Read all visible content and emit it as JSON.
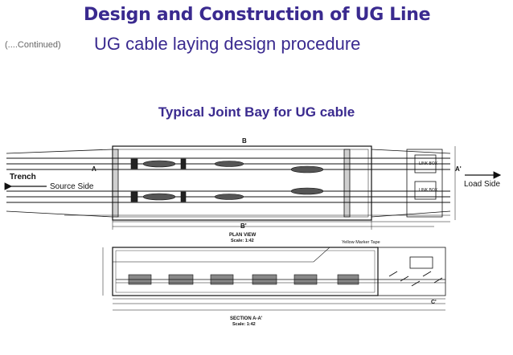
{
  "slide": {
    "title": "Design and Construction of UG Line",
    "continued": "(....Continued)",
    "subtitle": "UG cable laying design procedure",
    "heading": "Typical Joint Bay for UG cable"
  },
  "plan": {
    "trench": "Trench",
    "source_side": "Source Side",
    "load_side": "Load Side",
    "section_a": "A",
    "section_a_prime": "A'",
    "section_b": "B",
    "section_b_prime": "B'",
    "link_box_label": "LINK BOX",
    "view_title": "PLAN VIEW",
    "view_scale": "Scale: 1:42"
  },
  "section": {
    "marker_tape": "Yellow Marker Tape",
    "view_title": "SECTION A-A'",
    "view_scale": "Scale: 1:42",
    "c_label": "C'"
  },
  "colors": {
    "title": "#3a2a8f",
    "line": "#111111"
  }
}
